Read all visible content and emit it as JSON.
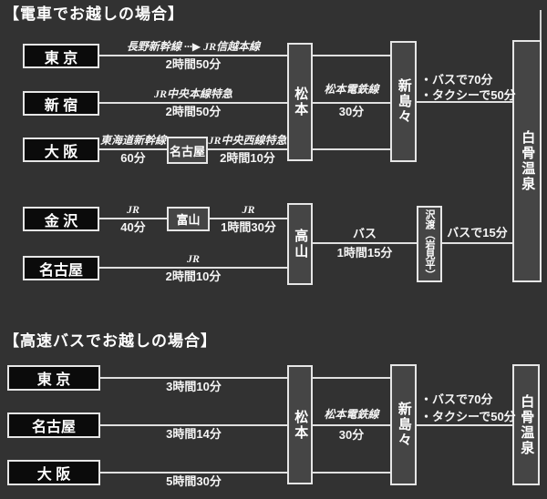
{
  "colors": {
    "background": "#323232",
    "origin_box_fill": "#0b0b0b",
    "station_box_fill": "#454545",
    "box_border": "#e6e6e6",
    "route_line": "#e0e0e0",
    "text": "#f2f2f2"
  },
  "train": {
    "heading": "【電車でお越しの場合】",
    "stations": {
      "tokyo": "東 京",
      "shinjuku": "新 宿",
      "osaka": "大 阪",
      "kanazawa": "金 沢",
      "nagoya_origin": "名古屋",
      "nagoya_via": "名古屋",
      "toyama": "富山",
      "matsumoto": "松本",
      "shinshimashima": "新島々",
      "takayama": "高山",
      "sawando": "沢渡（岩見平）",
      "shirahone": "白骨温泉"
    },
    "edges": {
      "tokyo_matsumoto": {
        "line": "長野新幹線 ···▶ JR信越本線",
        "time": "2時間50分"
      },
      "shinjuku_matsumoto": {
        "line": "JR中央本線特急",
        "time": "2時間50分"
      },
      "osaka_nagoya": {
        "line": "東海道新幹線",
        "time": "60分"
      },
      "nagoya_matsumoto": {
        "line": "JR中央西線特急",
        "time": "2時間10分"
      },
      "kanazawa_toyama": {
        "line": "JR",
        "time": "40分"
      },
      "toyama_takayama": {
        "line": "JR",
        "time": "1時間30分"
      },
      "nagoya_takayama": {
        "line": "JR",
        "time": "2時間10分"
      },
      "matsumoto_shinshimashima": {
        "line": "松本電鉄線",
        "time": "30分"
      },
      "shinshimashima_shirahone": {
        "options": [
          "・バスで70分",
          "・タクシーで50分"
        ]
      },
      "takayama_sawando": {
        "line": "バス",
        "time": "1時間15分"
      },
      "sawando_shirahone": {
        "time": "バスで15分"
      }
    }
  },
  "bus": {
    "heading": "【高速バスでお越しの場合】",
    "stations": {
      "tokyo": "東 京",
      "nagoya": "名古屋",
      "osaka": "大 阪",
      "matsumoto": "松本",
      "shinshimashima": "新島々",
      "shirahone": "白骨温泉"
    },
    "edges": {
      "tokyo_matsumoto": {
        "time": "3時間10分"
      },
      "nagoya_matsumoto": {
        "time": "3時間14分"
      },
      "osaka_matsumoto": {
        "time": "5時間30分"
      },
      "matsumoto_shinshimashima": {
        "line": "松本電鉄線",
        "time": "30分"
      },
      "shinshimashima_shirahone": {
        "options": [
          "・バスで70分",
          "・タクシーで50分"
        ]
      }
    }
  }
}
